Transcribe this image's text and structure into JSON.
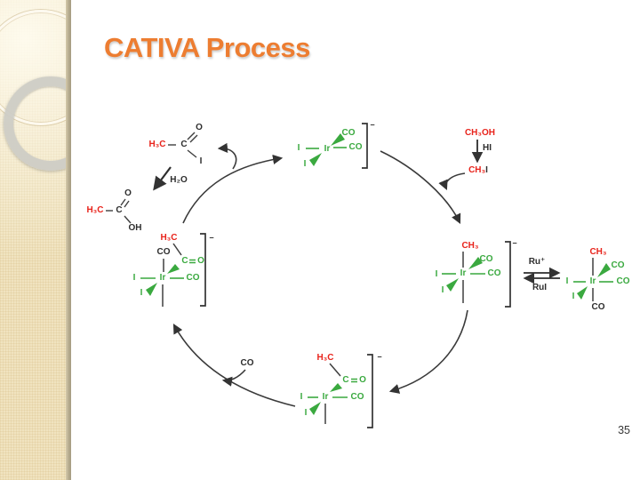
{
  "slide": {
    "title": "CATIVA Process",
    "page_number": "35"
  },
  "labels": {
    "acetyl_iodide": {
      "h3c": "H₃C",
      "c": "C",
      "o": "O",
      "i": "I"
    },
    "hydrolysis": "H₂O",
    "acetic_acid": {
      "h3c": "H₃C",
      "c": "C",
      "o": "O",
      "oh": "OH"
    },
    "methanol": "CH₃OH",
    "hi": "HI",
    "methyl_iodide": {
      "ch3": "CH₃",
      "i": "I"
    },
    "co_feed": "CO",
    "ru_forward": "Ru⁺",
    "ru_reverse": "RuI",
    "charge": "−"
  },
  "complexes": {
    "active": {
      "i_left": "I",
      "ir": "Ir",
      "co_upper": "CO",
      "co_right": "CO",
      "i_lower": "I"
    },
    "methyl": {
      "ch3": "CH₃",
      "i_left": "I",
      "ir": "Ir",
      "co_upper": "CO",
      "co_right": "CO",
      "i_lower": "I"
    },
    "neutral": {
      "ch3": "CH₃",
      "i_left": "I",
      "ir": "Ir",
      "co_upper": "CO",
      "co_right": "CO",
      "i_lower": "I",
      "co_bottom": "CO"
    },
    "acyl_five": {
      "h3c": "H₃C",
      "c": "C",
      "o": "O",
      "i_left": "I",
      "ir": "Ir",
      "co_right": "CO",
      "i_lower": "I"
    },
    "acyl_six": {
      "h3c": "H₃C",
      "co_top": "CO",
      "c": "C",
      "o": "O",
      "i_left": "I",
      "ir": "Ir",
      "co_right": "CO",
      "i_lower": "I"
    }
  },
  "colors": {
    "title_orange": "#ED7D31",
    "complex_green": "#3AA93F",
    "molecule_red": "#E8231B",
    "ink": "#2D2D2D",
    "sidebar_beige": "#F0E3BF"
  }
}
